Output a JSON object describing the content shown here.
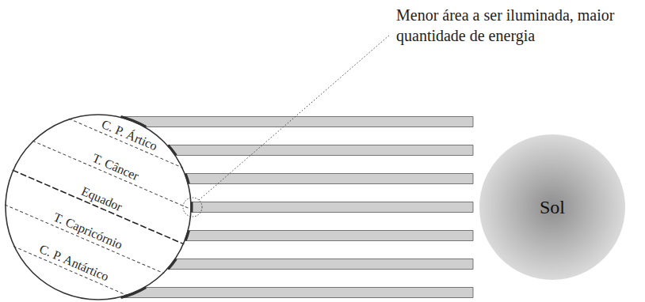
{
  "diagram": {
    "nodes": [
      {
        "text": [
          "C. P. Ártico",
          "T. Câncer",
          "Equador",
          "T. Capricórnio",
          "C. P. Antártico"
        ]
      },
      {
        "text": [
          "Sol"
        ]
      }
    ],
    "labels": [
      "Menor área a ser iluminada, maior quantidade de energia"
    ]
  }
}
